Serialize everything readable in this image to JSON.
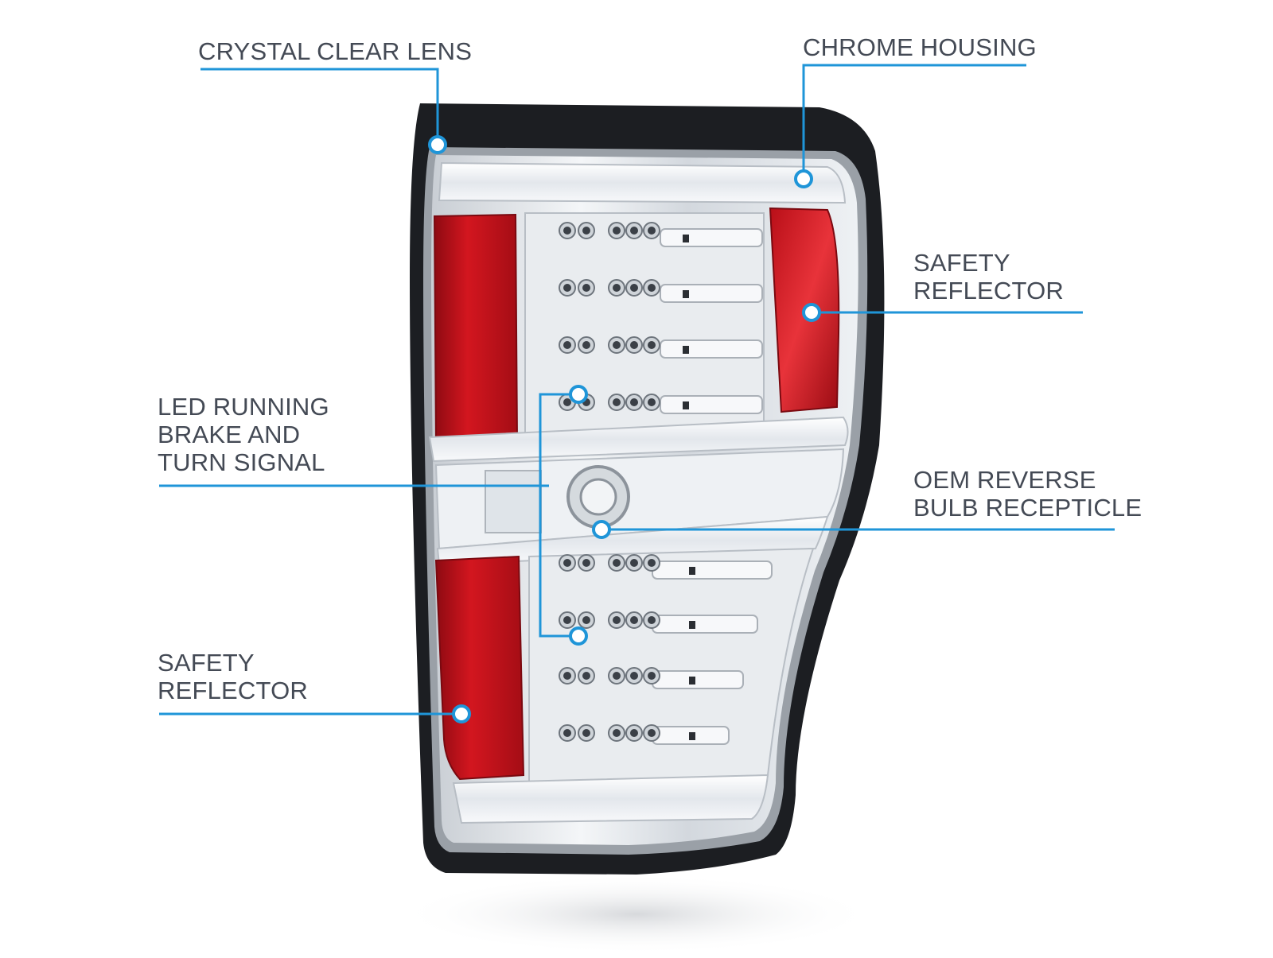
{
  "colors": {
    "callout": "#1f95d8",
    "text": "#444a55",
    "reflector_red": "#c0111b",
    "chrome": "#dfe3e8",
    "bezel": "#1c1e22"
  },
  "callouts": {
    "crystal_clear_lens": {
      "lines": [
        "CRYSTAL CLEAR LENS"
      ]
    },
    "chrome_housing": {
      "lines": [
        "CHROME HOUSING"
      ]
    },
    "safety_reflector_right": {
      "lines": [
        "SAFETY",
        "REFLECTOR"
      ]
    },
    "led_running": {
      "lines": [
        "LED RUNNING",
        "BRAKE AND",
        "TURN SIGNAL"
      ]
    },
    "oem_reverse": {
      "lines": [
        "OEM REVERSE",
        "BULB RECEPTICLE"
      ]
    },
    "safety_reflector_left": {
      "lines": [
        "SAFETY",
        "REFLECTOR"
      ]
    }
  }
}
